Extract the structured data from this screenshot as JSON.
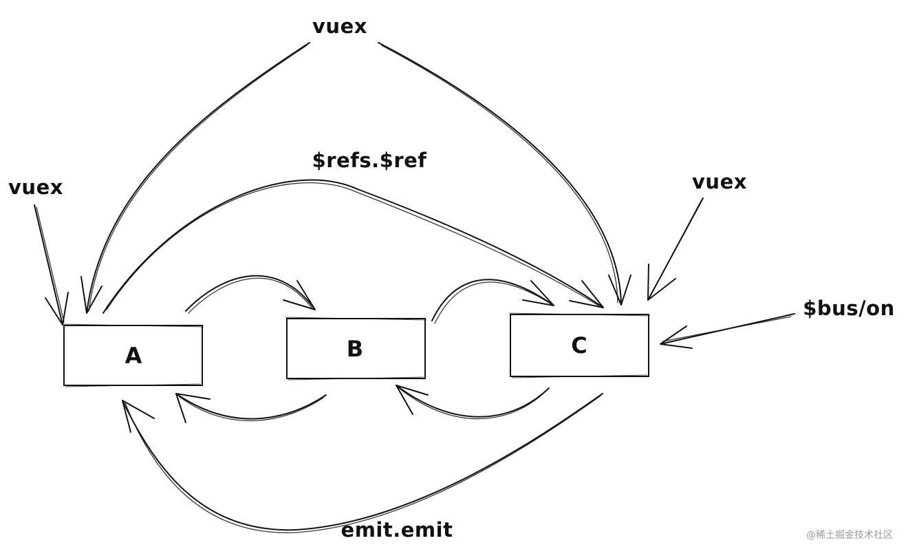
{
  "nodes": {
    "a": "A",
    "b": "B",
    "c": "C"
  },
  "labels": {
    "vuex_top": "vuex",
    "vuex_left": "vuex",
    "vuex_right": "vuex",
    "refs": "$refs.$ref",
    "bus": "$bus/on",
    "emit": "emit.emit"
  },
  "watermark": "@稀土掘金技术社区"
}
